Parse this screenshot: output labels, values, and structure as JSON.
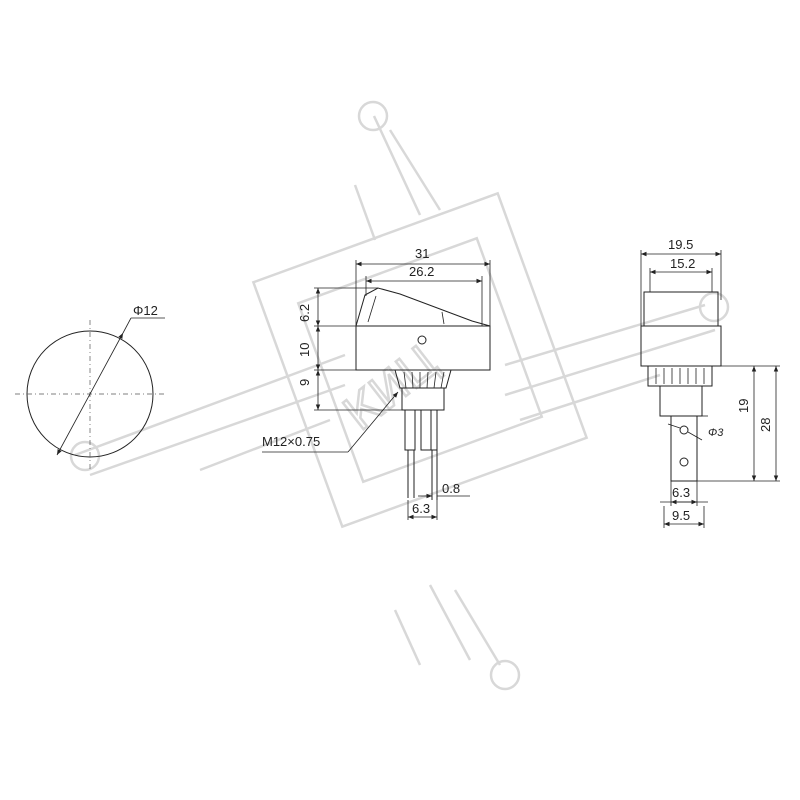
{
  "watermark": {
    "text": "КИЦ"
  },
  "front_view": {
    "diameter_label": "Φ12"
  },
  "side_view": {
    "overall_width": "31",
    "inner_width": "26.2",
    "rocker_height": "6.2",
    "body_height": "10",
    "thread_height": "9",
    "thread_label": "M12×0.75",
    "terminal_gap": "0.8",
    "terminal_width": "6.3"
  },
  "right_view": {
    "overall_width": "19.5",
    "inner_width": "15.2",
    "terminal_length": "19",
    "overall_length": "28",
    "hole_diameter": "Φ3",
    "terminal_width": "6.3",
    "base_width": "9.5"
  }
}
